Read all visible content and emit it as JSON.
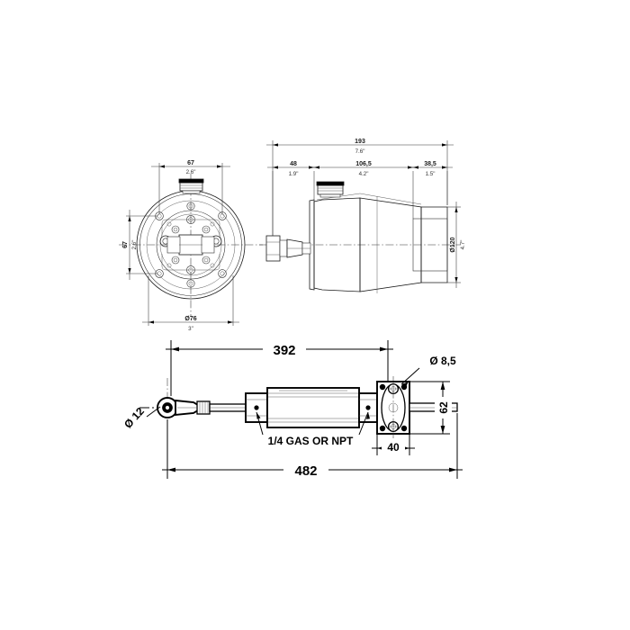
{
  "drawing": {
    "title": "Hydraulic steering pump and cylinder technical drawing",
    "background_color": "#ffffff",
    "line_color": "#1a1a1a",
    "views": [
      {
        "name": "pump-front-view",
        "label": "front view of pump flange"
      },
      {
        "name": "pump-side-view",
        "label": "side section view of pump body"
      },
      {
        "name": "cylinder-assembly-view",
        "label": "hydraulic cylinder assembly elevation"
      }
    ]
  },
  "front_view": {
    "dim_top_mm": "67",
    "dim_top_in": "2.6\"",
    "dim_left_mm": "67",
    "dim_left_in": "2.6\"",
    "dim_bottom_mm": "Ø76",
    "dim_bottom_in": "3\""
  },
  "side_view": {
    "dim_total_mm": "193",
    "dim_total_in": "7.6\"",
    "dim_a_mm": "48",
    "dim_a_in": "1.9\"",
    "dim_b_mm": "106,5",
    "dim_b_in": "4.2\"",
    "dim_c_mm": "38,5",
    "dim_c_in": "1.5\"",
    "dim_diameter_mm": "Ø120",
    "dim_diameter_in": "4.7\""
  },
  "cylinder_view": {
    "dim_stroke": "392",
    "dim_overall": "482",
    "dim_bore_pin": "Ø 12",
    "dim_mount_hole": "Ø 8,5",
    "dim_mount_width": "40",
    "dim_mount_height": "62",
    "port_note": "1/4 GAS OR NPT"
  }
}
